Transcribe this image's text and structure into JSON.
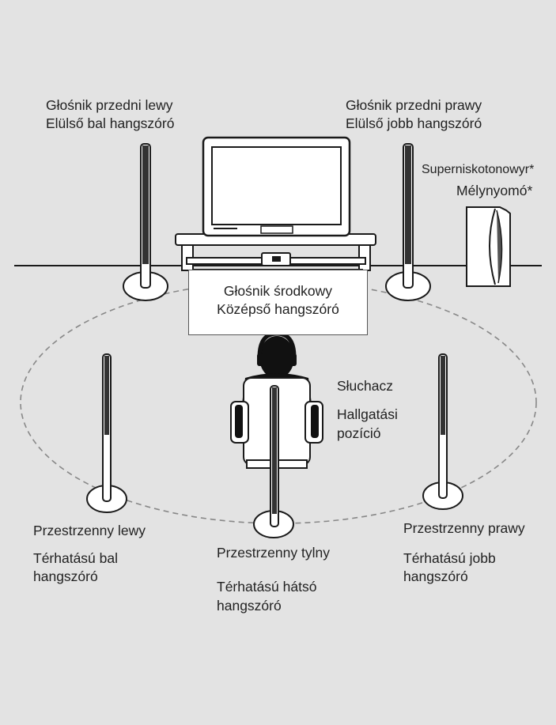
{
  "colors": {
    "panel_background": "#e3e3e3",
    "line": "#1a1a1a",
    "dashed_circle": "#888888",
    "fill_white": "#ffffff",
    "fill_dark": "#111111"
  },
  "labels": {
    "front_left": [
      "Głośnik przedni lewy",
      "Elülső bal hangszóró"
    ],
    "front_right": [
      "Głośnik przedni prawy",
      "Elülső jobb hangszóró"
    ],
    "subwoofer": [
      "Superniskotonowyr*",
      "Mélynyomó*"
    ],
    "center": [
      "Głośnik środkowy",
      "Középső hangszóró"
    ],
    "listener": [
      "Słuchacz",
      "Hallgatási",
      "pozíció"
    ],
    "surround_left": [
      "Przestrzenny lewy",
      "Térhatású bal",
      "hangszóró"
    ],
    "surround_back": [
      "Przestrzenny tylny",
      "Térhatású hátsó",
      "hangszóró"
    ],
    "surround_right": [
      "Przestrzenny prawy",
      "Térhatású jobb",
      "hangszóró"
    ]
  },
  "icons": {
    "tv": "television-icon",
    "speaker": "tall-speaker-icon",
    "subwoofer": "subwoofer-icon",
    "listener": "listener-in-chair-icon"
  }
}
